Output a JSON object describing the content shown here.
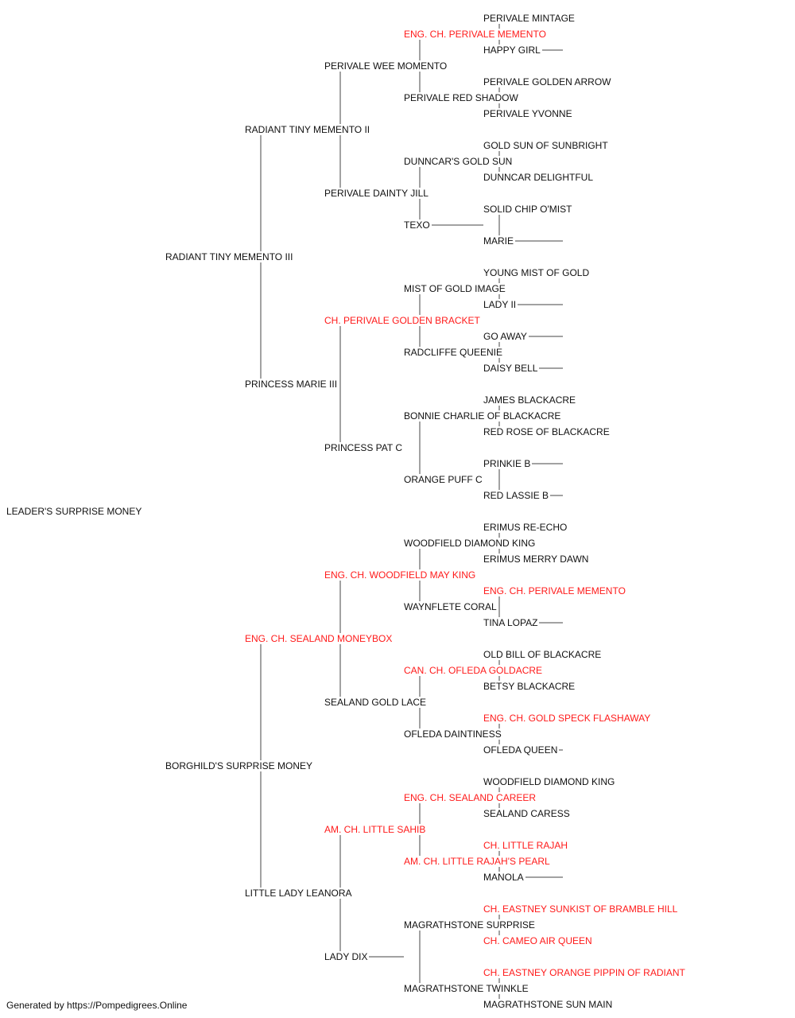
{
  "colors": {
    "text": "#111111",
    "titled": "#ff1a1a",
    "line": "#444444"
  },
  "footer": "Generated by https://Pompedigrees.Online",
  "pedigree": {
    "name": "LEADER'S SURPRISE MONEY",
    "sire": {
      "name": "RADIANT TINY MEMENTO III",
      "sire": {
        "name": "RADIANT TINY MEMENTO II",
        "sire": {
          "name": "PERIVALE WEE MOMENTO",
          "sire": {
            "name": "ENG. CH. PERIVALE MEMENTO",
            "titled": true,
            "sire": {
              "name": "PERIVALE MINTAGE"
            },
            "dam": {
              "name": "HAPPY GIRL"
            }
          },
          "dam": {
            "name": "PERIVALE RED SHADOW",
            "sire": {
              "name": "PERIVALE GOLDEN ARROW"
            },
            "dam": {
              "name": "PERIVALE YVONNE"
            }
          }
        },
        "dam": {
          "name": "PERIVALE DAINTY JILL",
          "sire": {
            "name": "DUNNCAR'S GOLD SUN",
            "sire": {
              "name": "GOLD SUN OF SUNBRIGHT"
            },
            "dam": {
              "name": "DUNNCAR DELIGHTFUL"
            }
          },
          "dam": {
            "name": "TEXO",
            "sire": {
              "name": "SOLID CHIP O'MIST"
            },
            "dam": {
              "name": "MARIE"
            }
          }
        }
      },
      "dam": {
        "name": "PRINCESS MARIE III",
        "sire": {
          "name": "CH. PERIVALE GOLDEN BRACKET",
          "titled": true,
          "sire": {
            "name": "MIST OF GOLD IMAGE",
            "sire": {
              "name": "YOUNG MIST OF GOLD"
            },
            "dam": {
              "name": "LADY II"
            }
          },
          "dam": {
            "name": "RADCLIFFE QUEENIE",
            "sire": {
              "name": "GO AWAY"
            },
            "dam": {
              "name": "DAISY BELL"
            }
          }
        },
        "dam": {
          "name": "PRINCESS PAT C",
          "sire": {
            "name": "BONNIE CHARLIE OF BLACKACRE",
            "sire": {
              "name": "JAMES BLACKACRE"
            },
            "dam": {
              "name": "RED ROSE OF BLACKACRE"
            }
          },
          "dam": {
            "name": "ORANGE PUFF C",
            "sire": {
              "name": "PRINKIE B"
            },
            "dam": {
              "name": "RED LASSIE B"
            }
          }
        }
      }
    },
    "dam": {
      "name": "BORGHILD'S SURPRISE MONEY",
      "sire": {
        "name": "ENG. CH. SEALAND MONEYBOX",
        "titled": true,
        "sire": {
          "name": "ENG. CH. WOODFIELD MAY KING",
          "titled": true,
          "sire": {
            "name": "WOODFIELD DIAMOND KING",
            "sire": {
              "name": "ERIMUS RE-ECHO"
            },
            "dam": {
              "name": "ERIMUS MERRY DAWN"
            }
          },
          "dam": {
            "name": "WAYNFLETE CORAL",
            "sire": {
              "name": "ENG. CH. PERIVALE MEMENTO",
              "titled": true
            },
            "dam": {
              "name": "TINA LOPAZ"
            }
          }
        },
        "dam": {
          "name": "SEALAND GOLD LACE",
          "sire": {
            "name": "CAN. CH. OFLEDA GOLDACRE",
            "titled": true,
            "sire": {
              "name": "OLD BILL OF BLACKACRE"
            },
            "dam": {
              "name": "BETSY BLACKACRE"
            }
          },
          "dam": {
            "name": "OFLEDA DAINTINESS",
            "sire": {
              "name": "ENG. CH. GOLD SPECK FLASHAWAY",
              "titled": true
            },
            "dam": {
              "name": "OFLEDA QUEEN"
            }
          }
        }
      },
      "dam": {
        "name": "LITTLE LADY LEANORA",
        "sire": {
          "name": "AM. CH. LITTLE SAHIB",
          "titled": true,
          "sire": {
            "name": "ENG. CH. SEALAND CAREER",
            "titled": true,
            "sire": {
              "name": "WOODFIELD DIAMOND KING"
            },
            "dam": {
              "name": "SEALAND CARESS"
            }
          },
          "dam": {
            "name": "AM. CH. LITTLE RAJAH'S PEARL",
            "titled": true,
            "sire": {
              "name": "CH. LITTLE RAJAH",
              "titled": true
            },
            "dam": {
              "name": "MANOLA"
            }
          }
        },
        "dam": {
          "name": "LADY DIX",
          "sire": {
            "name": "MAGRATHSTONE SURPRISE",
            "sire": {
              "name": "CH. EASTNEY SUNKIST OF BRAMBLE HILL",
              "titled": true
            },
            "dam": {
              "name": "CH. CAMEO AIR QUEEN",
              "titled": true
            }
          },
          "dam": {
            "name": "MAGRATHSTONE TWINKLE",
            "sire": {
              "name": "CH. EASTNEY ORANGE PIPPIN OF RADIANT",
              "titled": true
            },
            "dam": {
              "name": "MAGRATHSTONE SUN MAIN"
            }
          }
        }
      }
    }
  }
}
